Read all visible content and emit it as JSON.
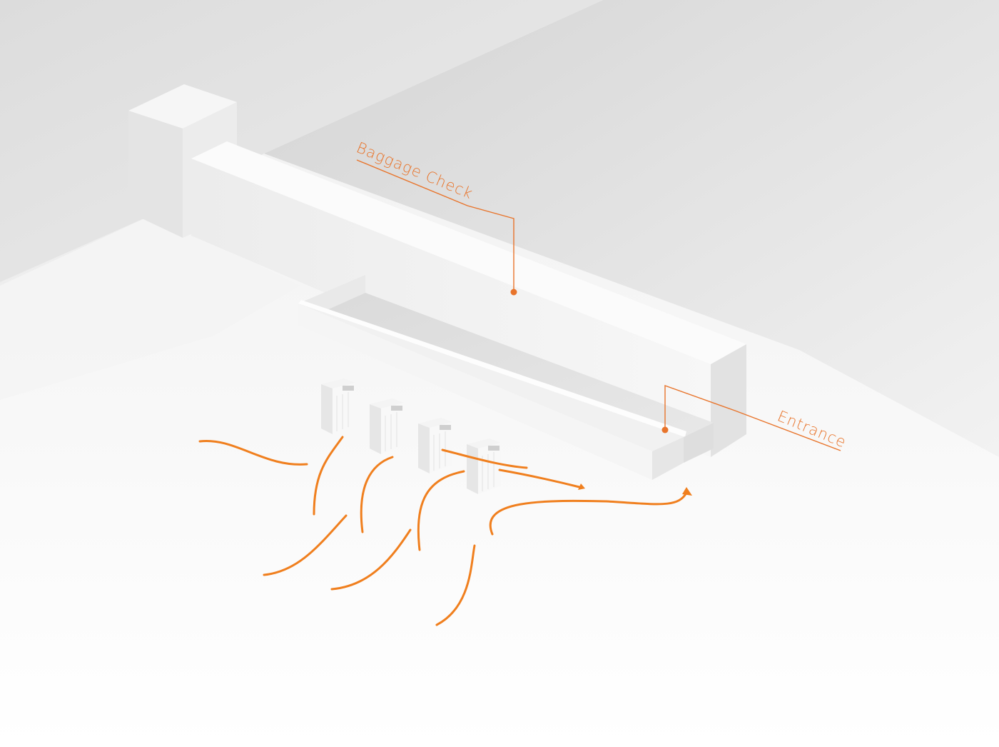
{
  "labels": {
    "baggage_check": "Baggage Check",
    "entrance": "Entrance"
  },
  "colors": {
    "accent": "#e8742b",
    "flow": "#f07f1e",
    "background": "#ffffff",
    "wall": "#e6e6e6"
  },
  "objects": {
    "gates": 4,
    "flow_paths": 10
  }
}
